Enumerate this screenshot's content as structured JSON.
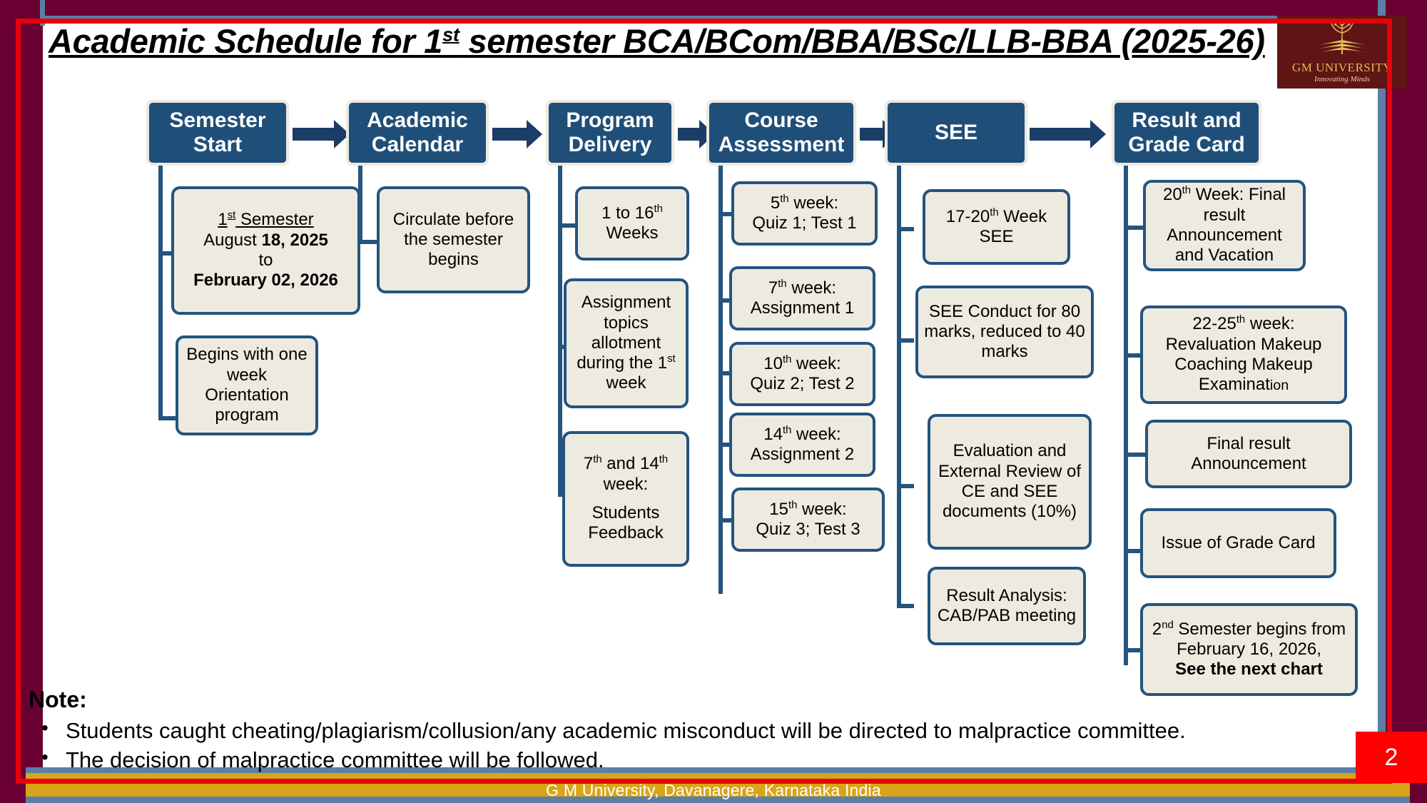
{
  "slide": {
    "title_pre": "Academic Schedule for 1",
    "title_sup": "st",
    "title_post": " semester BCA/BCom/BBA/BSc/LLB-BBA (2025-26)",
    "page_number": "2",
    "footer": "G M University, Davanagere, Karnataka India"
  },
  "logo": {
    "name": "GM UNIVERSITY",
    "tagline": "Innovating Minds"
  },
  "colors": {
    "header_box_fill": "#1F4E79",
    "header_box_outline": "#EDEAE0",
    "sub_box_fill": "#EDEAE0",
    "sub_box_border": "#24547F",
    "arrow": "#1B3D66",
    "frame_maroon": "#6A0032",
    "frame_red": "#E8000B",
    "frame_gold": "#D9A418",
    "frame_steel": "#5B7FA6",
    "page_badge": "#FE0000",
    "logo_bg": "#5E1514",
    "logo_gold": "#E3B95B"
  },
  "chart_data": {
    "type": "diagram",
    "title": "Academic Schedule for 1st semester BCA/BCom/BBA/BSc/LLB-BBA (2025-26)",
    "stages": [
      {
        "id": "semester-start",
        "label": "Semester\nStart",
        "label_line1": "Semester",
        "label_line2": "Start",
        "items": [
          {
            "lines": [
              {
                "text": "1st Semester",
                "style": "underline-sup"
              },
              {
                "text": "August 18, 2025",
                "style": "bold-date"
              },
              {
                "text": "to",
                "style": "plain"
              },
              {
                "text": "February 02, 2026",
                "style": "bold"
              }
            ],
            "plain": "1st Semester August 18, 2025 to February 02, 2026"
          },
          {
            "lines": [
              {
                "text": "Begins with one week Orientation program",
                "style": "plain"
              }
            ],
            "plain": "Begins with one week Orientation program"
          }
        ]
      },
      {
        "id": "academic-calendar",
        "label_line1": "Academic",
        "label_line2": "Calendar",
        "items": [
          {
            "lines": [
              {
                "text": "Circulate before the semester begins",
                "style": "plain"
              }
            ],
            "plain": "Circulate before the semester begins"
          }
        ]
      },
      {
        "id": "program-delivery",
        "label_line1": "Program",
        "label_line2": "Delivery",
        "items": [
          {
            "plain": "1 to 16th Weeks"
          },
          {
            "plain": "Assignment topics allotment during the 1st week"
          },
          {
            "plain": "7th and 14th week: Students Feedback"
          }
        ]
      },
      {
        "id": "course-assessment",
        "label_line1": "Course",
        "label_line2": "Assessment",
        "items": [
          {
            "plain": "5th week: Quiz 1; Test 1"
          },
          {
            "plain": "7th week: Assignment 1"
          },
          {
            "plain": "10th week: Quiz 2; Test 2"
          },
          {
            "plain": "14th week: Assignment 2"
          },
          {
            "plain": "15th week: Quiz 3; Test 3"
          }
        ]
      },
      {
        "id": "see",
        "label_line1": "SEE",
        "label_line2": "",
        "items": [
          {
            "plain": "17-20th Week SEE"
          },
          {
            "plain": "SEE Conduct for 80 marks, reduced to 40 marks"
          },
          {
            "plain": "Evaluation and External Review of CE and SEE documents (10%)"
          },
          {
            "plain": "Result Analysis: CAB/PAB meeting"
          }
        ]
      },
      {
        "id": "result-and-grade-card",
        "label_line1": "Result and",
        "label_line2": "Grade Card",
        "items": [
          {
            "plain": "20th Week: Final result Announcement and Vacation"
          },
          {
            "plain": "22-25th week: Revaluation Makeup Coaching Makeup Examination"
          },
          {
            "plain": "Final result Announcement"
          },
          {
            "plain": "Issue of Grade Card"
          },
          {
            "plain": "2nd Semester begins from February 16, 2026, See the next chart"
          }
        ]
      }
    ]
  },
  "headers": {
    "h1a": "Semester",
    "h1b": "Start",
    "h2a": "Academic",
    "h2b": "Calendar",
    "h3a": "Program",
    "h3b": "Delivery",
    "h4a": "Course",
    "h4b": "Assessment",
    "h5a": "SEE",
    "h6a": "Result and",
    "h6b": "Grade Card"
  },
  "boxes": {
    "b11_l1": "1",
    "b11_l1sup": "st",
    "b11_l1rest": " Semester",
    "b11_l2a": "August ",
    "b11_l2b": "18, 2025",
    "b11_l3": "to",
    "b11_l4": "February 02, 2026",
    "b12": "Begins with one week Orientation program",
    "b21": "Circulate before the semester begins",
    "b31a": "1 to 16",
    "b31sup": "th",
    "b31b": " Weeks",
    "b32a": "Assignment topics allotment during the 1",
    "b32sup": "st",
    "b32b": " week",
    "b33a": "7",
    "b33sup1": "th",
    "b33b": " and 14",
    "b33sup2": "th",
    "b33c": " week:",
    "b33d": "Students Feedback",
    "b41a": "5",
    "b41sup": "th",
    "b41b": " week:",
    "b41c": "Quiz 1; Test 1",
    "b42a": "7",
    "b42sup": "th",
    "b42b": " week:",
    "b42c": "Assignment 1",
    "b43a": "10",
    "b43sup": "th",
    "b43b": " week:",
    "b43c": "Quiz 2; Test 2",
    "b44a": "14",
    "b44sup": "th",
    "b44b": " week:",
    "b44c": "Assignment 2",
    "b45a": "15",
    "b45sup": "th",
    "b45b": " week:",
    "b45c": "Quiz 3; Test 3",
    "b51a": "17-20",
    "b51sup": "th",
    "b51b": " Week",
    "b51c": "SEE",
    "b52": "SEE Conduct for 80 marks, reduced to 40 marks",
    "b53": "Evaluation and External Review of CE and SEE documents (10%)",
    "b54": "Result Analysis: CAB/PAB meeting",
    "b61a": "20",
    "b61sup": "th",
    "b61b": " Week: Final result Announcement and Vacation",
    "b62a": "22-25",
    "b62sup": "th",
    "b62b": " week: Revaluation Makeup Coaching Makeup Examinat",
    "b62small": "ion",
    "b63": "Final result Announcement",
    "b64": "Issue of Grade Card",
    "b65a": "2",
    "b65sup": "nd",
    "b65b": "  Semester begins from February 16, 2026,",
    "b65c": "See the next chart"
  },
  "note": {
    "title": "Note:",
    "items": [
      "Students caught cheating/plagiarism/collusion/any academic misconduct will be directed to malpractice committee.",
      "The decision of malpractice committee will be followed."
    ]
  }
}
